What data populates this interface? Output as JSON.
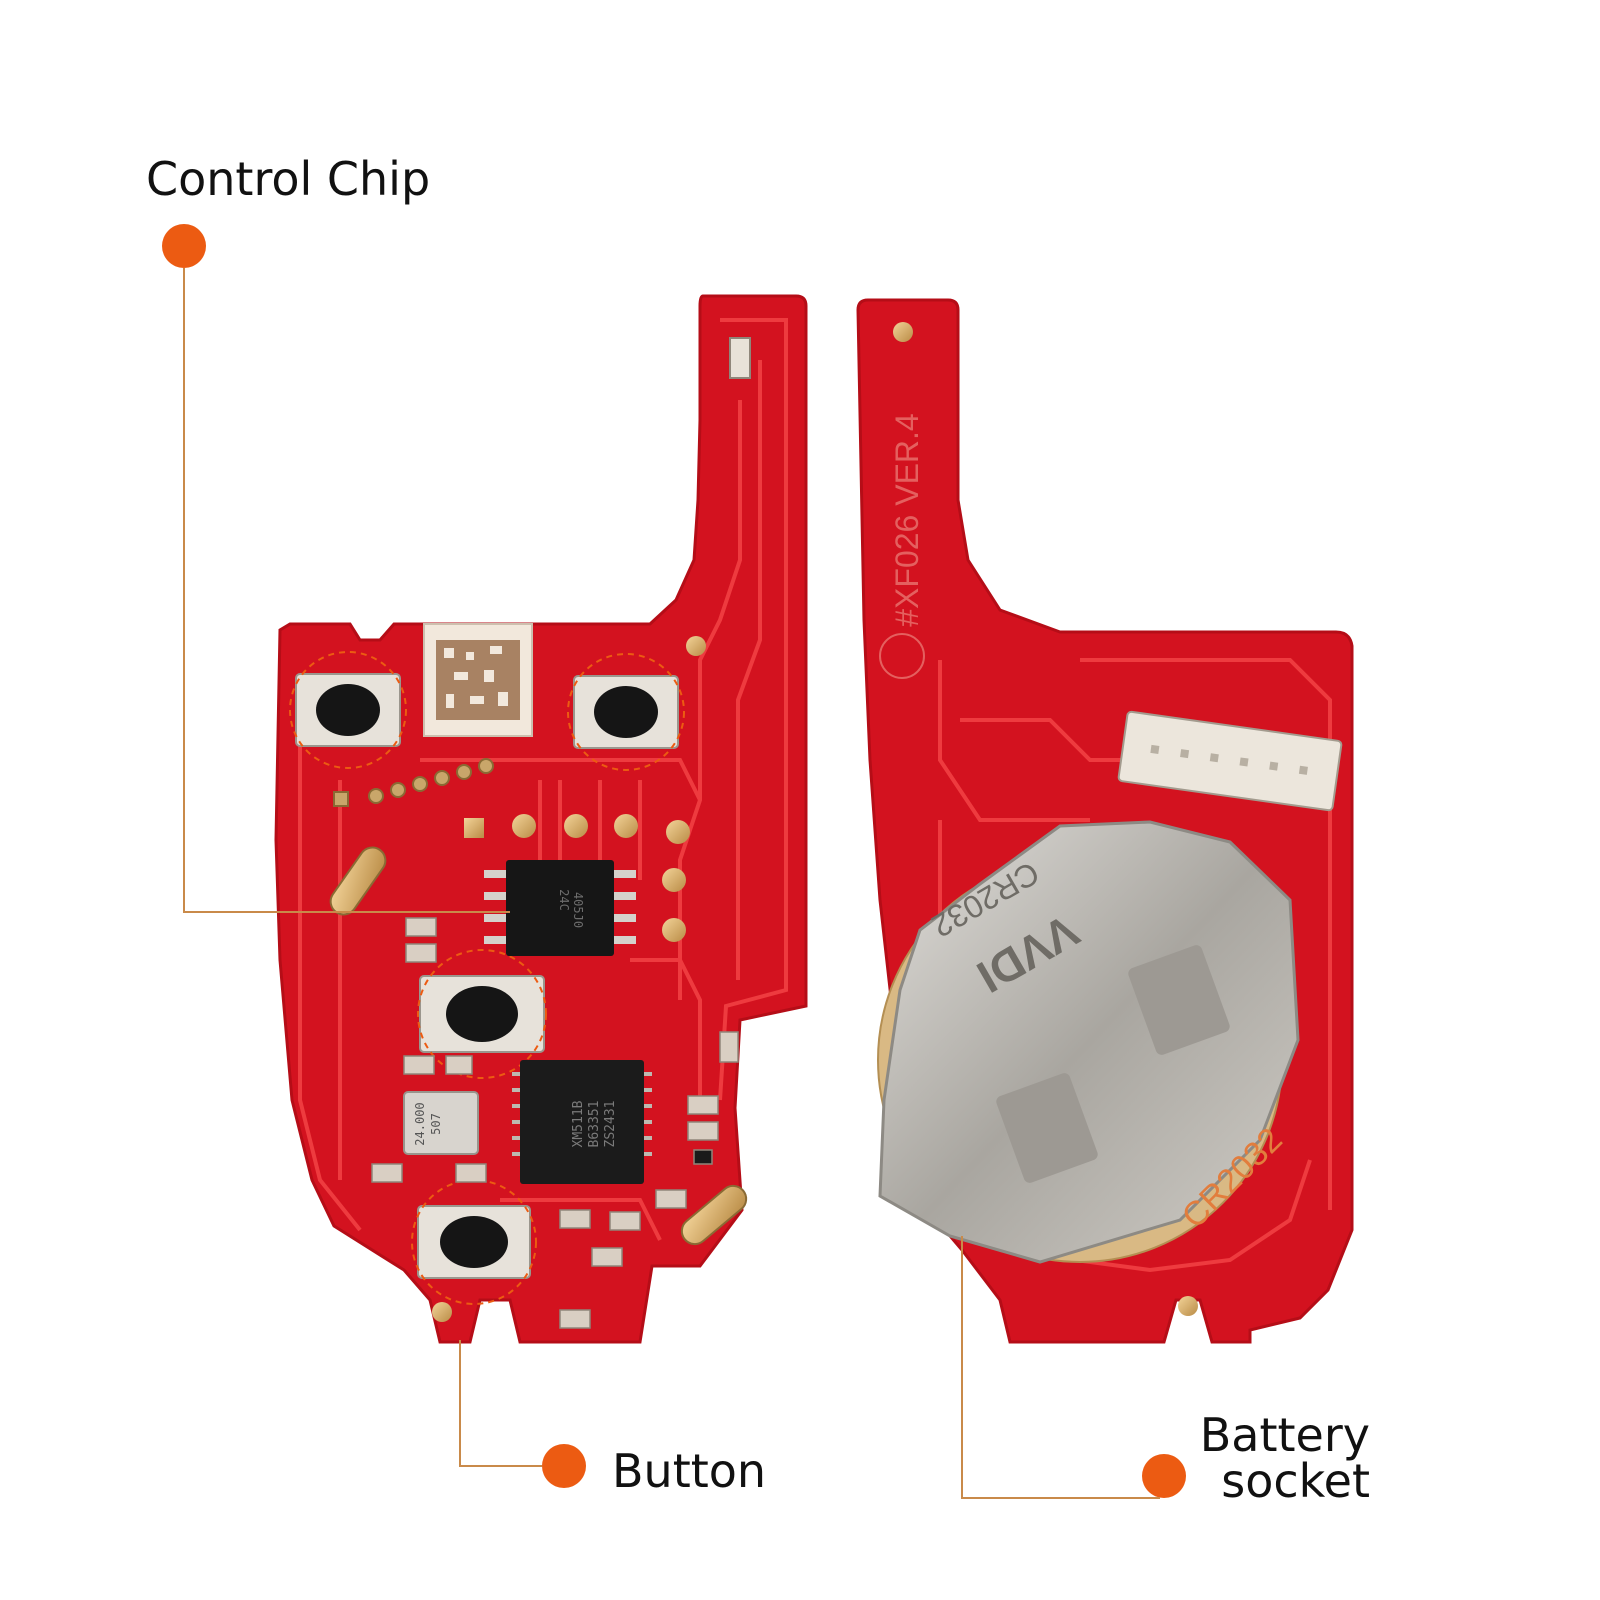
{
  "callouts": {
    "control_chip": "Control Chip",
    "button": "Button",
    "battery_socket_line1": "Battery",
    "battery_socket_line2": "socket"
  },
  "board_markings": {
    "version_text": "#XF026 VER.4",
    "battery_type_text": "CR2032",
    "clip_brand_text": "VVDI",
    "clip_battery_text": "CR2032",
    "crystal_text_line1": "24.000",
    "crystal_text_line2": "507",
    "mcu_text_line1": "XM511B",
    "mcu_text_line2": "B63351",
    "mcu_text_line3": "ZS2431",
    "chip_text_line1": "24C",
    "chip_text_line2": "405J0"
  },
  "colors": {
    "pcb_red": "#d3121f",
    "pcb_trace": "#ee3b3f",
    "accent_orange": "#ec5b12",
    "leader_line": "#c98a4a",
    "metal": "#bfbcb6",
    "gold_pad": "#d9b06b"
  }
}
